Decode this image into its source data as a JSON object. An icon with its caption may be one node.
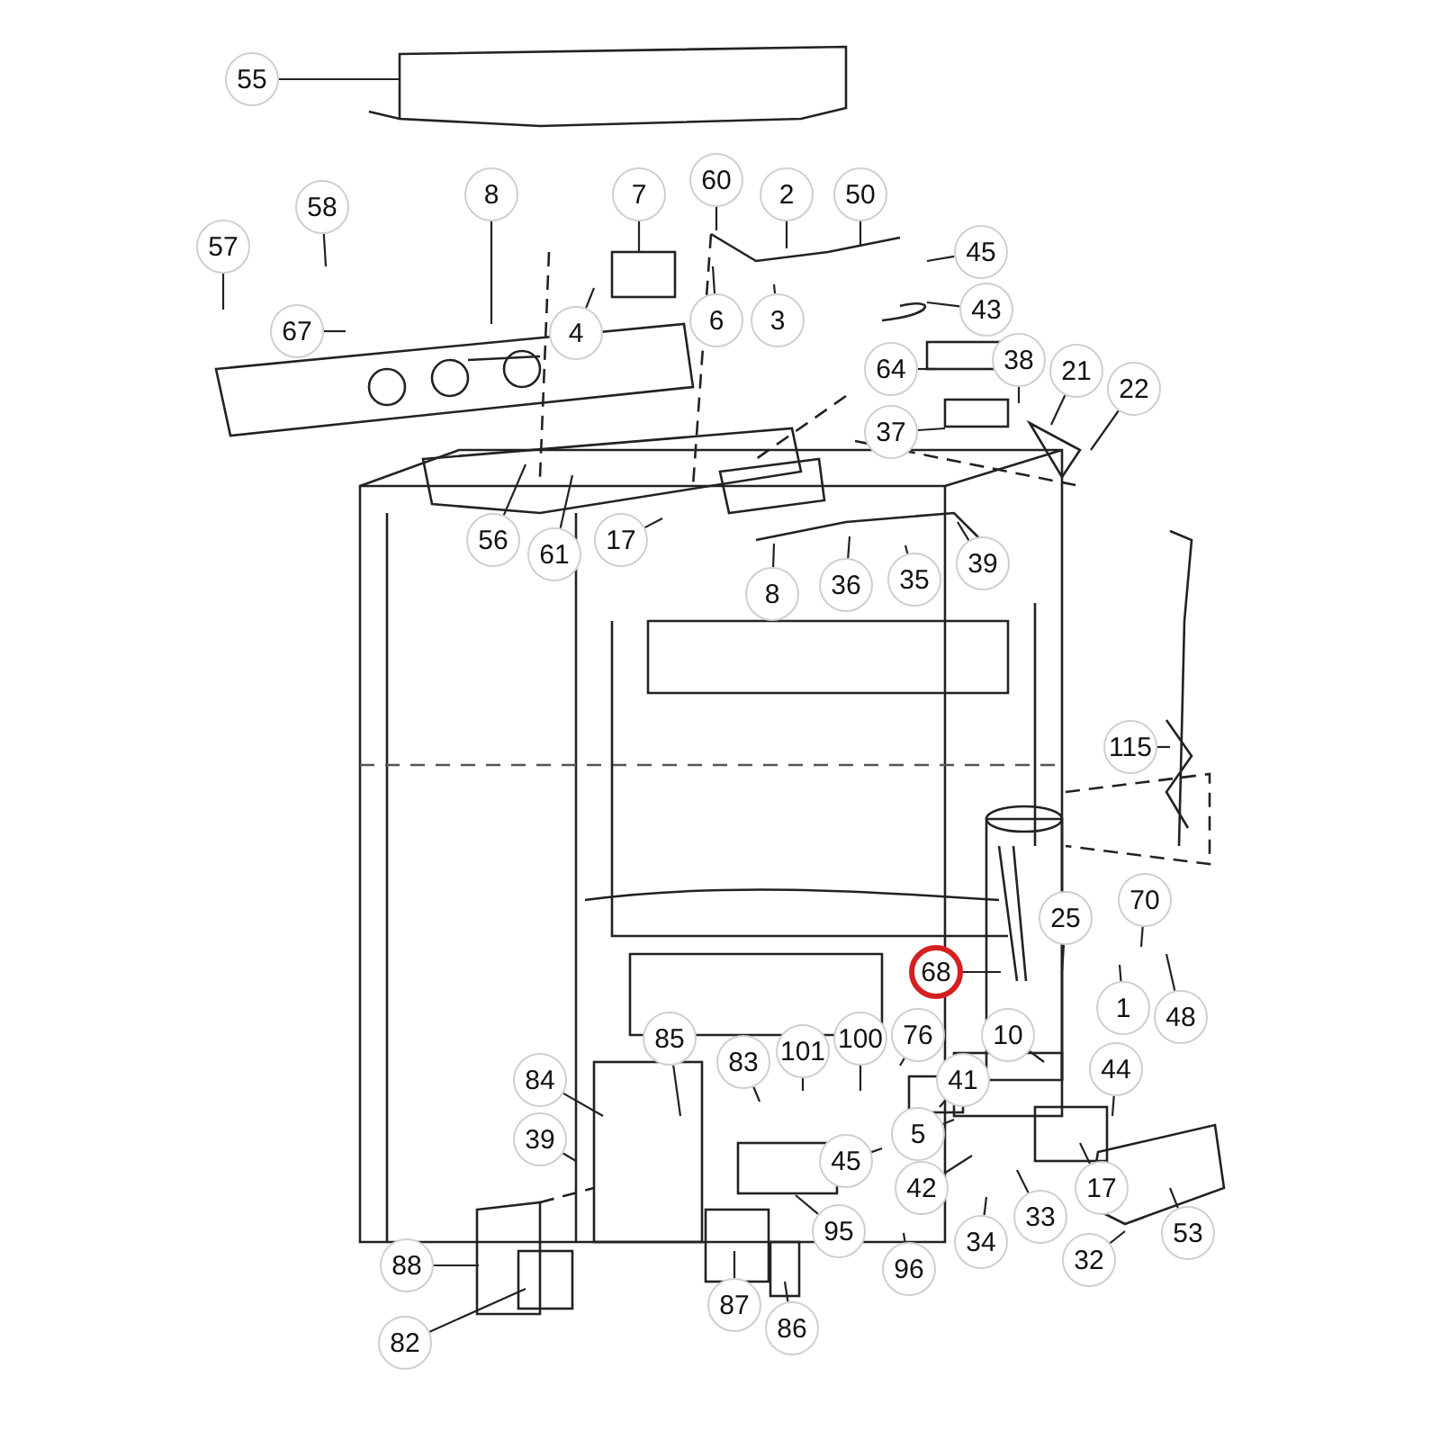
{
  "diagram": {
    "nodes": [
      {
        "text": [
          "55"
        ]
      },
      {
        "text": [
          "8"
        ]
      },
      {
        "text": [
          "7"
        ]
      },
      {
        "text": [
          "60"
        ]
      },
      {
        "text": [
          "2"
        ]
      },
      {
        "text": [
          "50"
        ]
      },
      {
        "text": [
          "57"
        ]
      },
      {
        "text": [
          "58"
        ]
      },
      {
        "text": [
          "67"
        ]
      },
      {
        "text": [
          "4"
        ]
      },
      {
        "text": [
          "6"
        ]
      },
      {
        "text": [
          "3"
        ]
      },
      {
        "text": [
          "45"
        ]
      },
      {
        "text": [
          "43"
        ]
      },
      {
        "text": [
          "64"
        ]
      },
      {
        "text": [
          "38"
        ]
      },
      {
        "text": [
          "21"
        ]
      },
      {
        "text": [
          "22"
        ]
      },
      {
        "text": [
          "37"
        ]
      },
      {
        "text": [
          "56"
        ]
      },
      {
        "text": [
          "61"
        ]
      },
      {
        "text": [
          "17"
        ]
      },
      {
        "text": [
          "8"
        ]
      },
      {
        "text": [
          "36"
        ]
      },
      {
        "text": [
          "35"
        ]
      },
      {
        "text": [
          "39"
        ]
      },
      {
        "text": [
          "115"
        ]
      },
      {
        "text": [
          "25"
        ]
      },
      {
        "text": [
          "70"
        ]
      },
      {
        "text": [
          "68"
        ]
      },
      {
        "text": [
          "1"
        ]
      },
      {
        "text": [
          "48"
        ]
      },
      {
        "text": [
          "76"
        ]
      },
      {
        "text": [
          "10"
        ]
      },
      {
        "text": [
          "44"
        ]
      },
      {
        "text": [
          "85"
        ]
      },
      {
        "text": [
          "83"
        ]
      },
      {
        "text": [
          "101"
        ]
      },
      {
        "text": [
          "100"
        ]
      },
      {
        "text": [
          "41"
        ]
      },
      {
        "text": [
          "84"
        ]
      },
      {
        "text": [
          "39"
        ]
      },
      {
        "text": [
          "45"
        ]
      },
      {
        "text": [
          "5"
        ]
      },
      {
        "text": [
          "42"
        ]
      },
      {
        "text": [
          "95"
        ]
      },
      {
        "text": [
          "17"
        ]
      },
      {
        "text": [
          "53"
        ]
      },
      {
        "text": [
          "34"
        ]
      },
      {
        "text": [
          "33"
        ]
      },
      {
        "text": [
          "32"
        ]
      },
      {
        "text": [
          "88"
        ]
      },
      {
        "text": [
          "82"
        ]
      },
      {
        "text": [
          "87"
        ]
      },
      {
        "text": [
          "86"
        ]
      },
      {
        "text": [
          "96"
        ]
      }
    ],
    "edges": [
      {
        "from": 0,
        "to": null,
        "arrow": "none"
      },
      {
        "from": 1,
        "to": null,
        "arrow": "none"
      },
      {
        "from": 2,
        "to": null,
        "arrow": "none"
      },
      {
        "from": 3,
        "to": null,
        "arrow": "none"
      },
      {
        "from": 4,
        "to": null,
        "arrow": "none"
      },
      {
        "from": 5,
        "to": null,
        "arrow": "none"
      },
      {
        "from": 6,
        "to": null,
        "arrow": "none"
      },
      {
        "from": 7,
        "to": null,
        "arrow": "none"
      },
      {
        "from": 8,
        "to": null,
        "arrow": "none"
      },
      {
        "from": 9,
        "to": null,
        "arrow": "none"
      },
      {
        "from": 10,
        "to": null,
        "arrow": "none"
      },
      {
        "from": 11,
        "to": null,
        "arrow": "none"
      },
      {
        "from": 12,
        "to": null,
        "arrow": "none"
      },
      {
        "from": 13,
        "to": null,
        "arrow": "none"
      },
      {
        "from": 14,
        "to": null,
        "arrow": "none"
      },
      {
        "from": 15,
        "to": null,
        "arrow": "none"
      },
      {
        "from": 16,
        "to": null,
        "arrow": "none"
      },
      {
        "from": 17,
        "to": null,
        "arrow": "none"
      },
      {
        "from": 18,
        "to": null,
        "arrow": "none"
      },
      {
        "from": 19,
        "to": null,
        "arrow": "none"
      },
      {
        "from": 20,
        "to": null,
        "arrow": "none"
      },
      {
        "from": 21,
        "to": null,
        "arrow": "none"
      },
      {
        "from": 22,
        "to": null,
        "arrow": "none"
      },
      {
        "from": 23,
        "to": null,
        "arrow": "none"
      },
      {
        "from": 24,
        "to": null,
        "arrow": "none"
      },
      {
        "from": 25,
        "to": null,
        "arrow": "none"
      },
      {
        "from": 26,
        "to": null,
        "arrow": "none"
      },
      {
        "from": 27,
        "to": null,
        "arrow": "none"
      },
      {
        "from": 28,
        "to": null,
        "arrow": "none"
      },
      {
        "from": 29,
        "to": null,
        "arrow": "none"
      },
      {
        "from": 30,
        "to": null,
        "arrow": "none"
      },
      {
        "from": 31,
        "to": null,
        "arrow": "none"
      },
      {
        "from": 32,
        "to": null,
        "arrow": "none"
      },
      {
        "from": 33,
        "to": null,
        "arrow": "none"
      },
      {
        "from": 34,
        "to": null,
        "arrow": "none"
      },
      {
        "from": 35,
        "to": null,
        "arrow": "none"
      },
      {
        "from": 36,
        "to": null,
        "arrow": "none"
      },
      {
        "from": 37,
        "to": null,
        "arrow": "none"
      },
      {
        "from": 38,
        "to": null,
        "arrow": "none"
      },
      {
        "from": 39,
        "to": null,
        "arrow": "none"
      },
      {
        "from": 40,
        "to": null,
        "arrow": "none"
      },
      {
        "from": 41,
        "to": null,
        "arrow": "none"
      },
      {
        "from": 42,
        "to": null,
        "arrow": "none"
      },
      {
        "from": 43,
        "to": null,
        "arrow": "none"
      },
      {
        "from": 44,
        "to": null,
        "arrow": "none"
      },
      {
        "from": 45,
        "to": null,
        "arrow": "none"
      },
      {
        "from": 46,
        "to": null,
        "arrow": "none"
      },
      {
        "from": 47,
        "to": null,
        "arrow": "none"
      },
      {
        "from": 48,
        "to": null,
        "arrow": "none"
      },
      {
        "from": 49,
        "to": null,
        "arrow": "none"
      },
      {
        "from": 50,
        "to": null,
        "arrow": "none"
      },
      {
        "from": 51,
        "to": null,
        "arrow": "none"
      },
      {
        "from": 52,
        "to": null,
        "arrow": "none"
      },
      {
        "from": 53,
        "to": null,
        "arrow": "none"
      },
      {
        "from": 54,
        "to": null,
        "arrow": "none"
      },
      {
        "from": 55,
        "to": null,
        "arrow": "none"
      }
    ]
  }
}
